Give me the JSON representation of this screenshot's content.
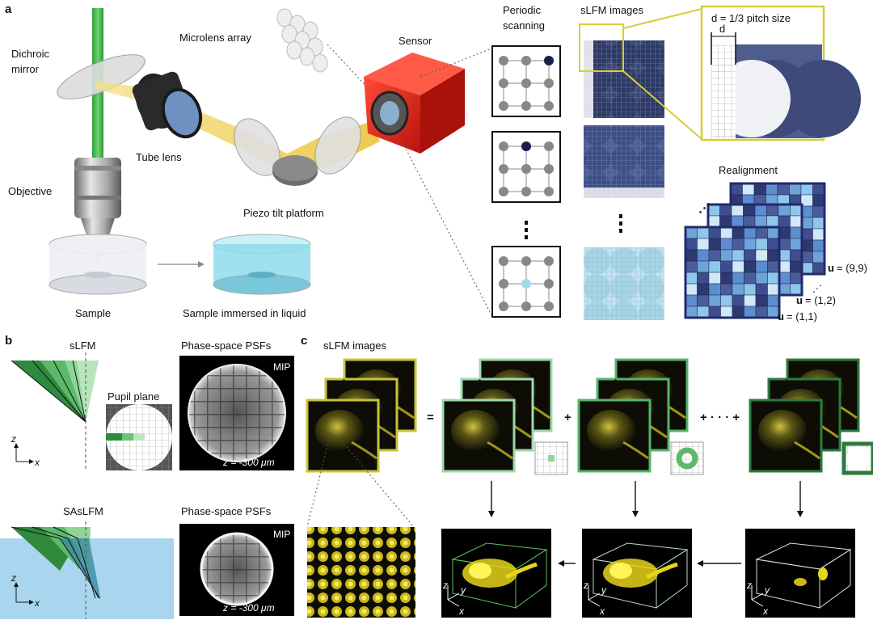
{
  "panel_a": {
    "panel_letter": "a",
    "labels": {
      "dichroic": [
        "Dichroic",
        "mirror"
      ],
      "microlens": "Microlens array",
      "sensor": "Sensor",
      "tube_lens": "Tube lens",
      "objective": "Objective",
      "piezo": "Piezo tilt platform",
      "sample": "Sample",
      "sample_liquid": "Sample immersed in liquid",
      "periodic_scanning": [
        "Periodic",
        "scanning"
      ],
      "slfm_images": "sLFM images",
      "pitch_note": "d = 1/3 pitch size",
      "d": "d",
      "realignment": "Realignment",
      "u_99": "u",
      "u_99_val": "= (9,9)",
      "u_12": "u",
      "u_12_val": "= (1,2)",
      "u_11": "u",
      "u_11_val": "= (1,1)",
      "ellipsis": "⋮"
    }
  },
  "panel_b": {
    "panel_letter": "b",
    "labels": {
      "slfm": "sLFM",
      "saslfm": "SAsLFM",
      "pupil_plane": "Pupil plane",
      "psf_title_1": "Phase-space PSFs",
      "psf_title_2": "Phase-space PSFs",
      "mip_1": "MIP",
      "mip_2": "MIP",
      "z_1": "z = -300 μm",
      "z_2": "z = -300 μm",
      "axis_z": "z",
      "axis_x": "x"
    }
  },
  "panel_c": {
    "panel_letter": "c",
    "labels": {
      "slfm_images": "sLFM images",
      "equals": "=",
      "plus": "+",
      "plus_dots": "+ · · · +",
      "axis_x": "x",
      "axis_y": "y",
      "axis_z": "z"
    }
  },
  "colors": {
    "green_beam": "#3cb043",
    "yellow_beam": "#f0c419",
    "sensor_red": "#e8231b",
    "navy": "#232a6b",
    "slfm_dark": "#3d4a75",
    "slfm_mid": "#4e5f93",
    "slfm_light": "#a8d4e6",
    "olive_border": "#c9c33a",
    "light_green_border": "#9fd9a9",
    "mid_green_border": "#55b46a",
    "dark_green_border": "#2e7a3e",
    "water_blue": "#a9d6ee"
  }
}
